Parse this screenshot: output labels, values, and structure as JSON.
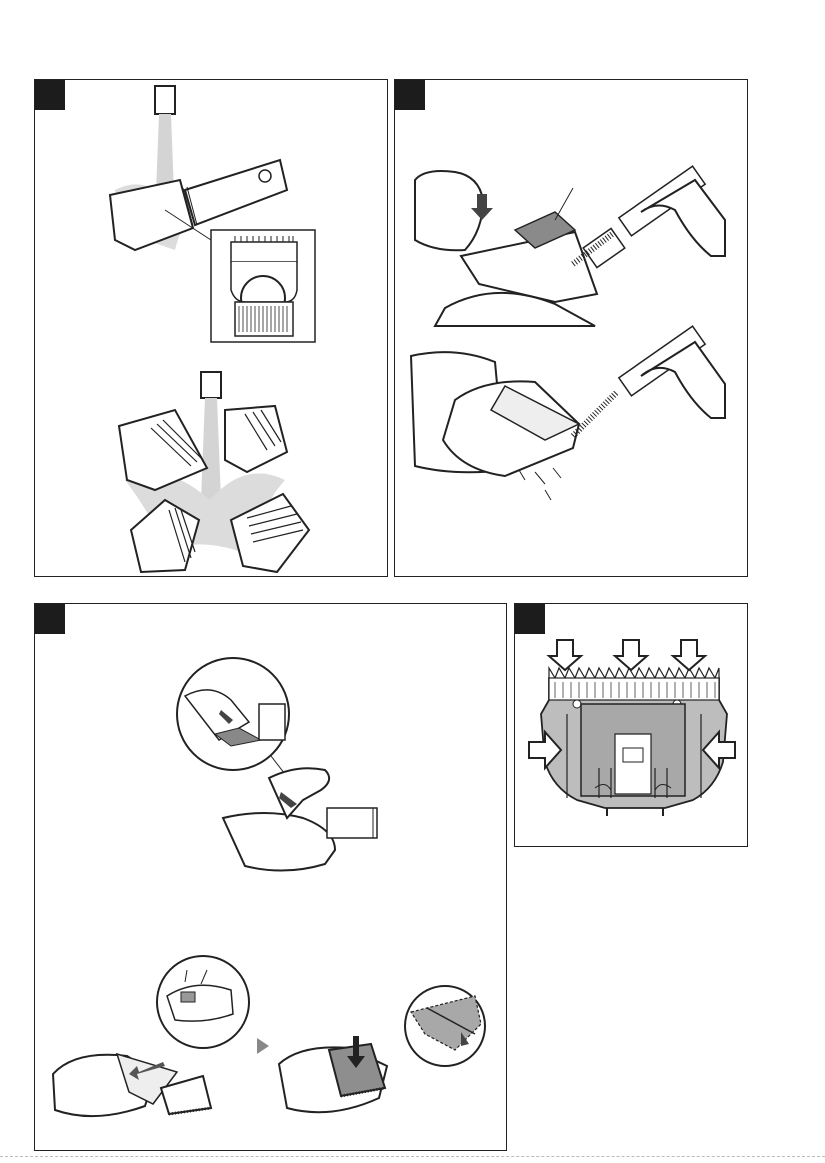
{
  "page": {
    "panels": [
      {
        "id": "panel-rinse",
        "badge": "",
        "step_text": ""
      },
      {
        "id": "panel-brush",
        "badge": "",
        "step_text": ""
      },
      {
        "id": "panel-remove-replace",
        "badge": "",
        "step_text": ""
      },
      {
        "id": "panel-oil-points",
        "badge": "",
        "step_text": ""
      }
    ]
  },
  "colors": {
    "line": "#222222",
    "water": "#cfcfcf",
    "blade_fill": "#9e9e9e",
    "panel_fill": "#ffffff"
  },
  "icons": [
    "faucet-icon",
    "water-splash-icon",
    "cleaning-brush-icon",
    "arrow-down-icon",
    "oil-arrow-icon",
    "triangle-next-icon"
  ]
}
